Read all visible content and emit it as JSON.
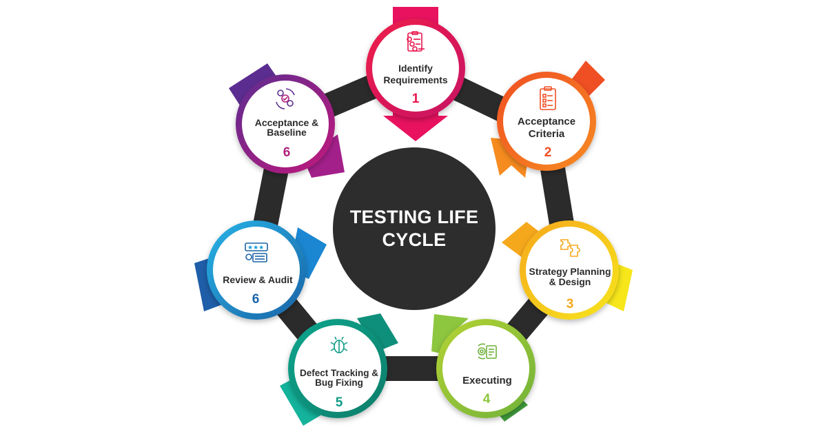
{
  "diagram": {
    "center_title": "TESTING LIFE CYCLE",
    "nodes": [
      {
        "label": "Identify Requirements",
        "number": "1",
        "icon": "clipboard-checklist-icon",
        "color": "#e8124a",
        "dark": "#c70f63"
      },
      {
        "label": "Acceptance Criteria",
        "number": "2",
        "icon": "clipboard-list-icon",
        "color": "#f26a21",
        "dark": "#f04f24"
      },
      {
        "label": "Strategy Planning & Design",
        "number": "3",
        "icon": "puzzle-pieces-icon",
        "color": "#f6b816",
        "dark": "#f6a81c"
      },
      {
        "label": "Executing",
        "number": "4",
        "icon": "gear-document-icon",
        "color": "#8dc63f",
        "dark": "#6fb13a"
      },
      {
        "label": "Defect Tracking & Bug Fixing",
        "number": "5",
        "icon": "bug-wrench-icon",
        "color": "#0f9b86",
        "dark": "#0b7d6a"
      },
      {
        "label": "Review & Audit",
        "number": "6",
        "icon": "rating-review-icon",
        "color": "#1a9ad6",
        "dark": "#1b63a6"
      },
      {
        "label": "Acceptance & Baseline",
        "number": "6",
        "icon": "user-cycle-icon",
        "color": "#b0237f",
        "dark": "#5c2d91"
      }
    ]
  }
}
